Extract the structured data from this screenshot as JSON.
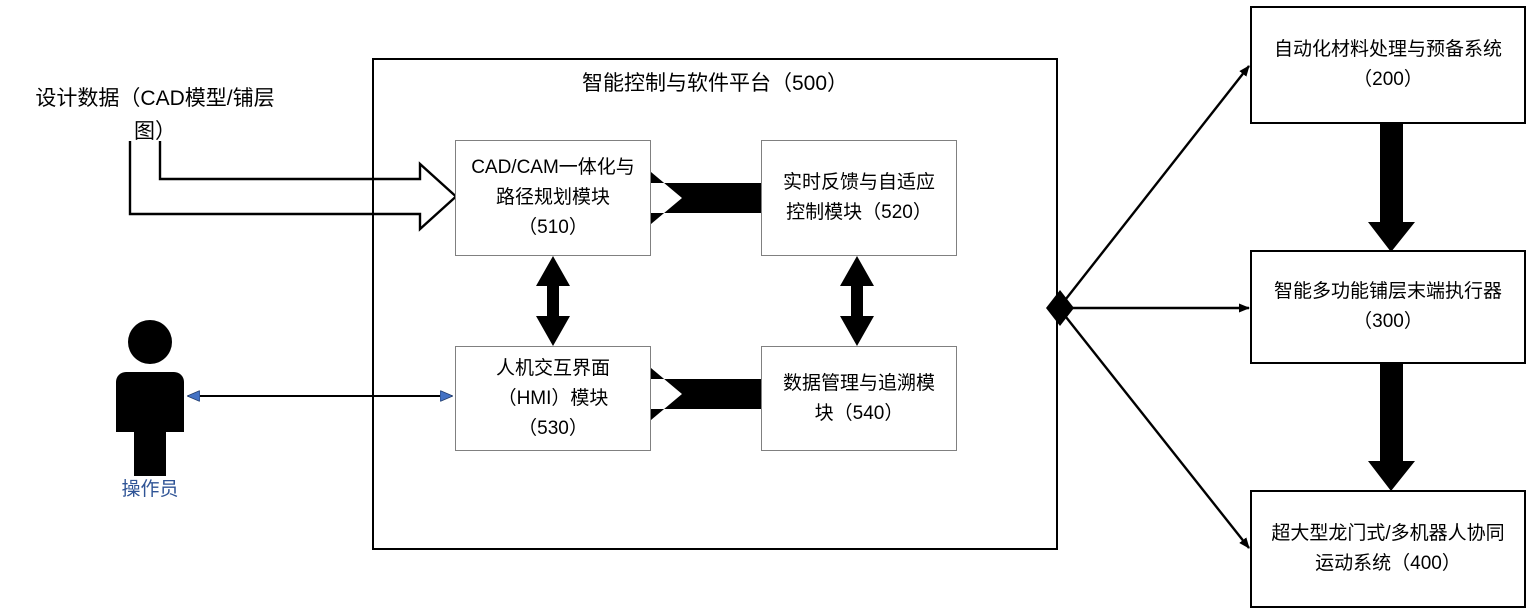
{
  "diagram": {
    "title_text": "智能控制与软件平台（500）",
    "external_input": {
      "label": "设计数据（CAD模型/铺层\n图）"
    },
    "actor": {
      "icon": "person-icon",
      "label": "操作员",
      "color": "#2f5496"
    },
    "platform": {
      "label": "智能控制与软件平台（500）",
      "modules": [
        {
          "id": "510",
          "label": "CAD/CAM一体化与\n路径规划模块\n（510）"
        },
        {
          "id": "520",
          "label": "实时反馈与自适应\n控制模块（520）"
        },
        {
          "id": "530",
          "label": "人机交互界面\n（HMI）模块\n（530）"
        },
        {
          "id": "540",
          "label": "数据管理与追溯模\n块（540）"
        }
      ]
    },
    "systems": [
      {
        "id": "200",
        "label": "自动化材料处理与预备系统\n（200）"
      },
      {
        "id": "300",
        "label": "智能多功能铺层末端执行器\n（300）"
      },
      {
        "id": "400",
        "label": "超大型龙门式/多机器人协同\n运动系统（400）"
      }
    ],
    "connectors": {
      "input_arrow": "hollow-block-arrow-right",
      "module_links": [
        "bidirectional-arrow-510-520",
        "bidirectional-arrow-530-540",
        "bidirectional-arrow-510-530",
        "bidirectional-arrow-520-540"
      ],
      "operator_link": "bidirectional-line-operator-hmi",
      "fanout_junction": "diamond-junction",
      "fanout_arrows": [
        "arrow-platform-to-200",
        "arrow-platform-to-300",
        "arrow-platform-to-400"
      ],
      "system_chain": [
        "block-arrow-200-to-300",
        "block-arrow-300-to-400"
      ]
    },
    "colors": {
      "stroke": "#000000",
      "module_border": "#808080",
      "accent_blue": "#2f5496",
      "background": "#ffffff"
    }
  }
}
